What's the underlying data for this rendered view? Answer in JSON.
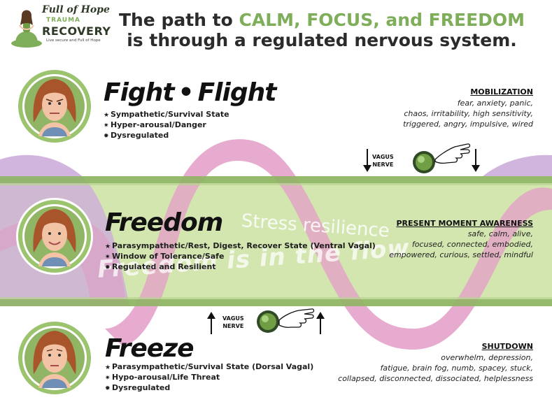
{
  "logo": {
    "script": "Full of Hope",
    "trauma": "TRAUMA",
    "recovery": "RECOVERY",
    "tagline": "Live secure and Full of Hope"
  },
  "headline": {
    "line1_prefix": "The path to ",
    "line1_accent": "CALM, FOCUS, and FREEDOM",
    "line2": "is through a regulated nervous system."
  },
  "colors": {
    "accent_green": "#7fae5a",
    "band_green": "#cfe3a6",
    "band_border": "#8fb565",
    "wave_pink": "#e08fc0",
    "wave_purple": "#b98ed0",
    "portrait_ring": "#9cc46e"
  },
  "fight": {
    "title_left": "Fight",
    "title_dot": "•",
    "title_right": "Flight",
    "bullets": [
      "Sympathetic/Survival State",
      "Hyper-arousal/Danger",
      "Dysregulated"
    ],
    "heading": "MOBILIZATION",
    "descriptors": [
      "fear, anxiety, panic,",
      "chaos, irritability, high sensitivity,",
      "triggered, angry, impulsive, wired"
    ]
  },
  "freedom": {
    "title": "Freedom",
    "bullets": [
      "Parasympathetic/Rest, Digest, Recover State (Ventral Vagal)",
      "Window of Tolerance/Safe",
      "Regulated and Resilient"
    ],
    "heading": "PRESENT MOMENT AWARENESS",
    "descriptors": [
      "safe, calm, alive,",
      "focused, connected, embodied,",
      "empowered, curious, settled, mindful"
    ],
    "overlay_stress": "Stress resilience",
    "overlay_flow": "Freedom is in the flow"
  },
  "freeze": {
    "title": "Freeze",
    "bullets": [
      "Parasympathetic/Survival State (Dorsal Vagal)",
      "Hypo-arousal/Life Threat",
      "Dysregulated"
    ],
    "heading": "SHUTDOWN",
    "descriptors": [
      "overwhelm, depression,",
      "fatigue, brain fog, numb, spacey, stuck,",
      "collapsed, disconnected, dissociated, helplessness"
    ]
  },
  "vagus": {
    "line1": "VAGUS",
    "line2": "NERVE"
  },
  "icons": {
    "bullet_marks": [
      "star",
      "star",
      "burst"
    ],
    "arrows_top": "down-arrow",
    "arrows_bottom": "up-arrow"
  }
}
